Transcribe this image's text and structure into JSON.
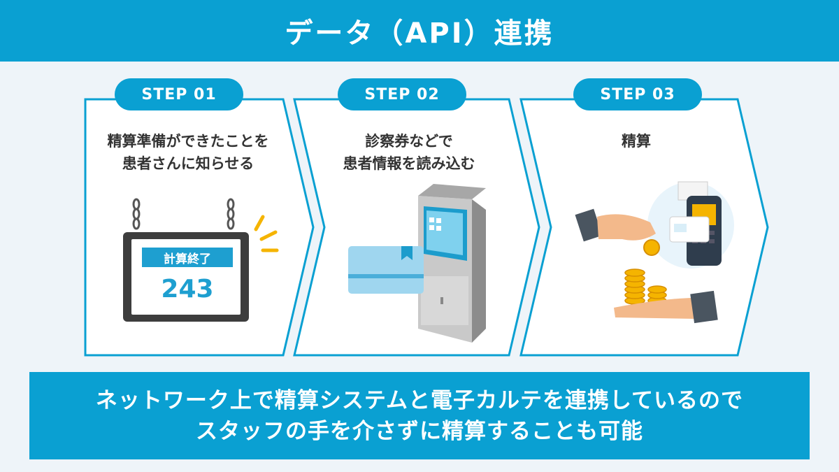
{
  "title": "データ（API）連携",
  "steps": [
    {
      "badge": "STEP 01",
      "caption_line1": "精算準備ができたことを",
      "caption_line2": "患者さんに知らせる"
    },
    {
      "badge": "STEP 02",
      "caption_line1": "診察券などで",
      "caption_line2": "患者情報を読み込む"
    },
    {
      "badge": "STEP 03",
      "caption_line1": "精算",
      "caption_line2": ""
    }
  ],
  "sign": {
    "label": "計算終了",
    "number": "243"
  },
  "summary": {
    "line1": "ネットワーク上で精算システムと電子カルテを連携しているので",
    "line2": "スタッフの手を介さずに精算することも可能"
  },
  "colors": {
    "accent": "#0aa0d2",
    "text": "#333333",
    "background": "#eef4f9"
  }
}
